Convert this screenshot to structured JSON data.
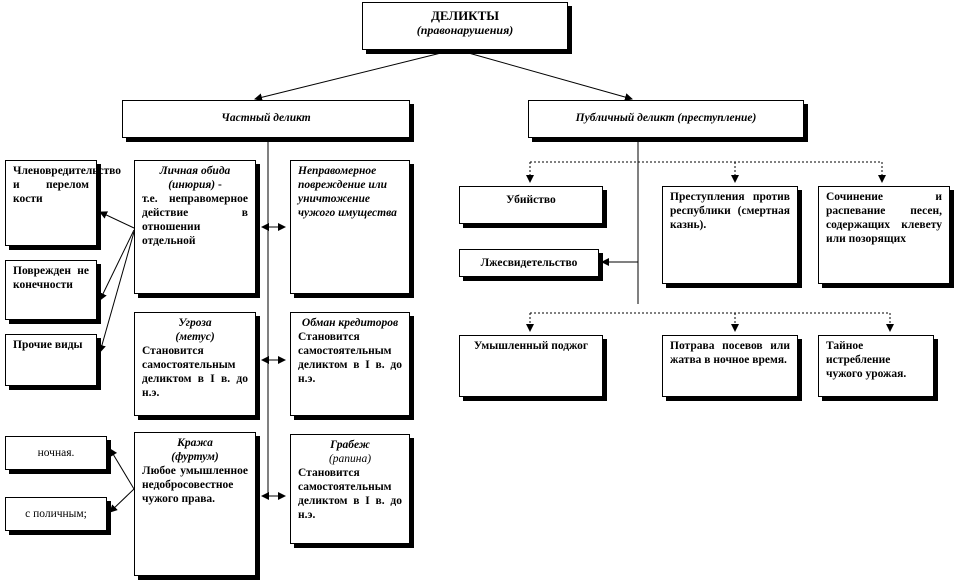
{
  "root": {
    "title": "ДЕЛИКТЫ",
    "subtitle": "(правонарушения)"
  },
  "private": {
    "title": "Частный деликт",
    "types": {
      "personal_insult": {
        "name": "Личная обида",
        "latin": "(инюрия)",
        "suffix": " -",
        "desc": "т.е. неправомерное действие в отношении отдельной"
      },
      "threat": {
        "name": "Угроза",
        "latin": "(метус)",
        "desc": "Становится самостоятельным деликтом в I в. до н.э."
      },
      "theft": {
        "name": "Кража",
        "latin": "(фуртум)",
        "desc": "Любое умышленное недобросовестное чужого права."
      },
      "damage": {
        "name": "Неправомерное повреждение или уничтожение чужого имущества"
      },
      "creditor_fraud": {
        "name": "Обман кредиторов",
        "desc": "Становится самостоятельным деликтом в I в. до н.э."
      },
      "robbery": {
        "name": "Грабеж",
        "latin": "(рапина)",
        "desc": "Становится самостоятельным деликтом в I в. до н.э."
      }
    },
    "insult_kinds": [
      "Членовредительство и перелом кости",
      "Поврежден не конечности",
      "Прочие виды"
    ],
    "theft_kinds": [
      "ночная.",
      "с поличным;"
    ]
  },
  "public": {
    "title": "Публичный деликт (преступление)",
    "crimes": {
      "murder": "Убийство",
      "false_testimony": "Лжесвидетельство",
      "against_republic": "Преступления против республики (смертная казнь).",
      "songs": "Сочинение и распевание песен, содержащих клевету или позорящих",
      "arson": "Умышленный поджог",
      "crop_damage": "Потрава посевов или жатва в ночное время.",
      "harvest_destruction": "Тайное истребление чужого урожая."
    }
  }
}
